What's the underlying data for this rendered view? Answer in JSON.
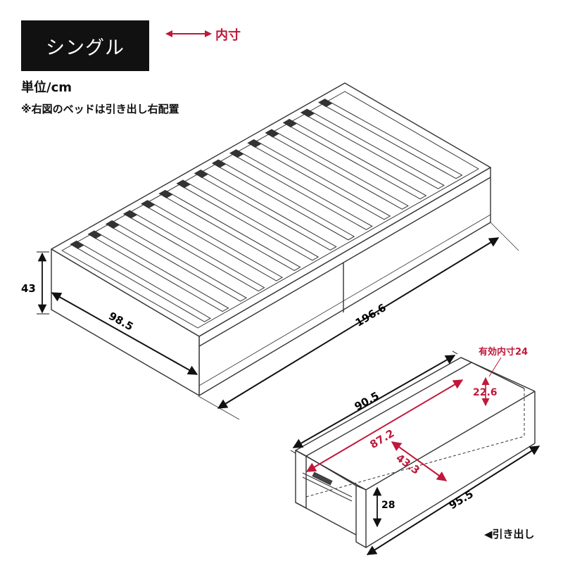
{
  "header": {
    "title": "シングル",
    "legend_label": "内寸",
    "unit": "単位/cm",
    "note": "※右図のベッドは引き出し右配置"
  },
  "bed": {
    "height": "43",
    "width": "98.5",
    "length": "196.6"
  },
  "drawer": {
    "outer_width": "90.5",
    "outer_length": "95.5",
    "height": "28",
    "inner_length": "87.2",
    "inner_width": "43.3",
    "inner_height": "22.6",
    "inner_height_note": "有効内寸24",
    "caption": "◀引き出し"
  },
  "colors": {
    "accent": "#c0183a",
    "ink": "#111111",
    "outline": "#333333"
  }
}
